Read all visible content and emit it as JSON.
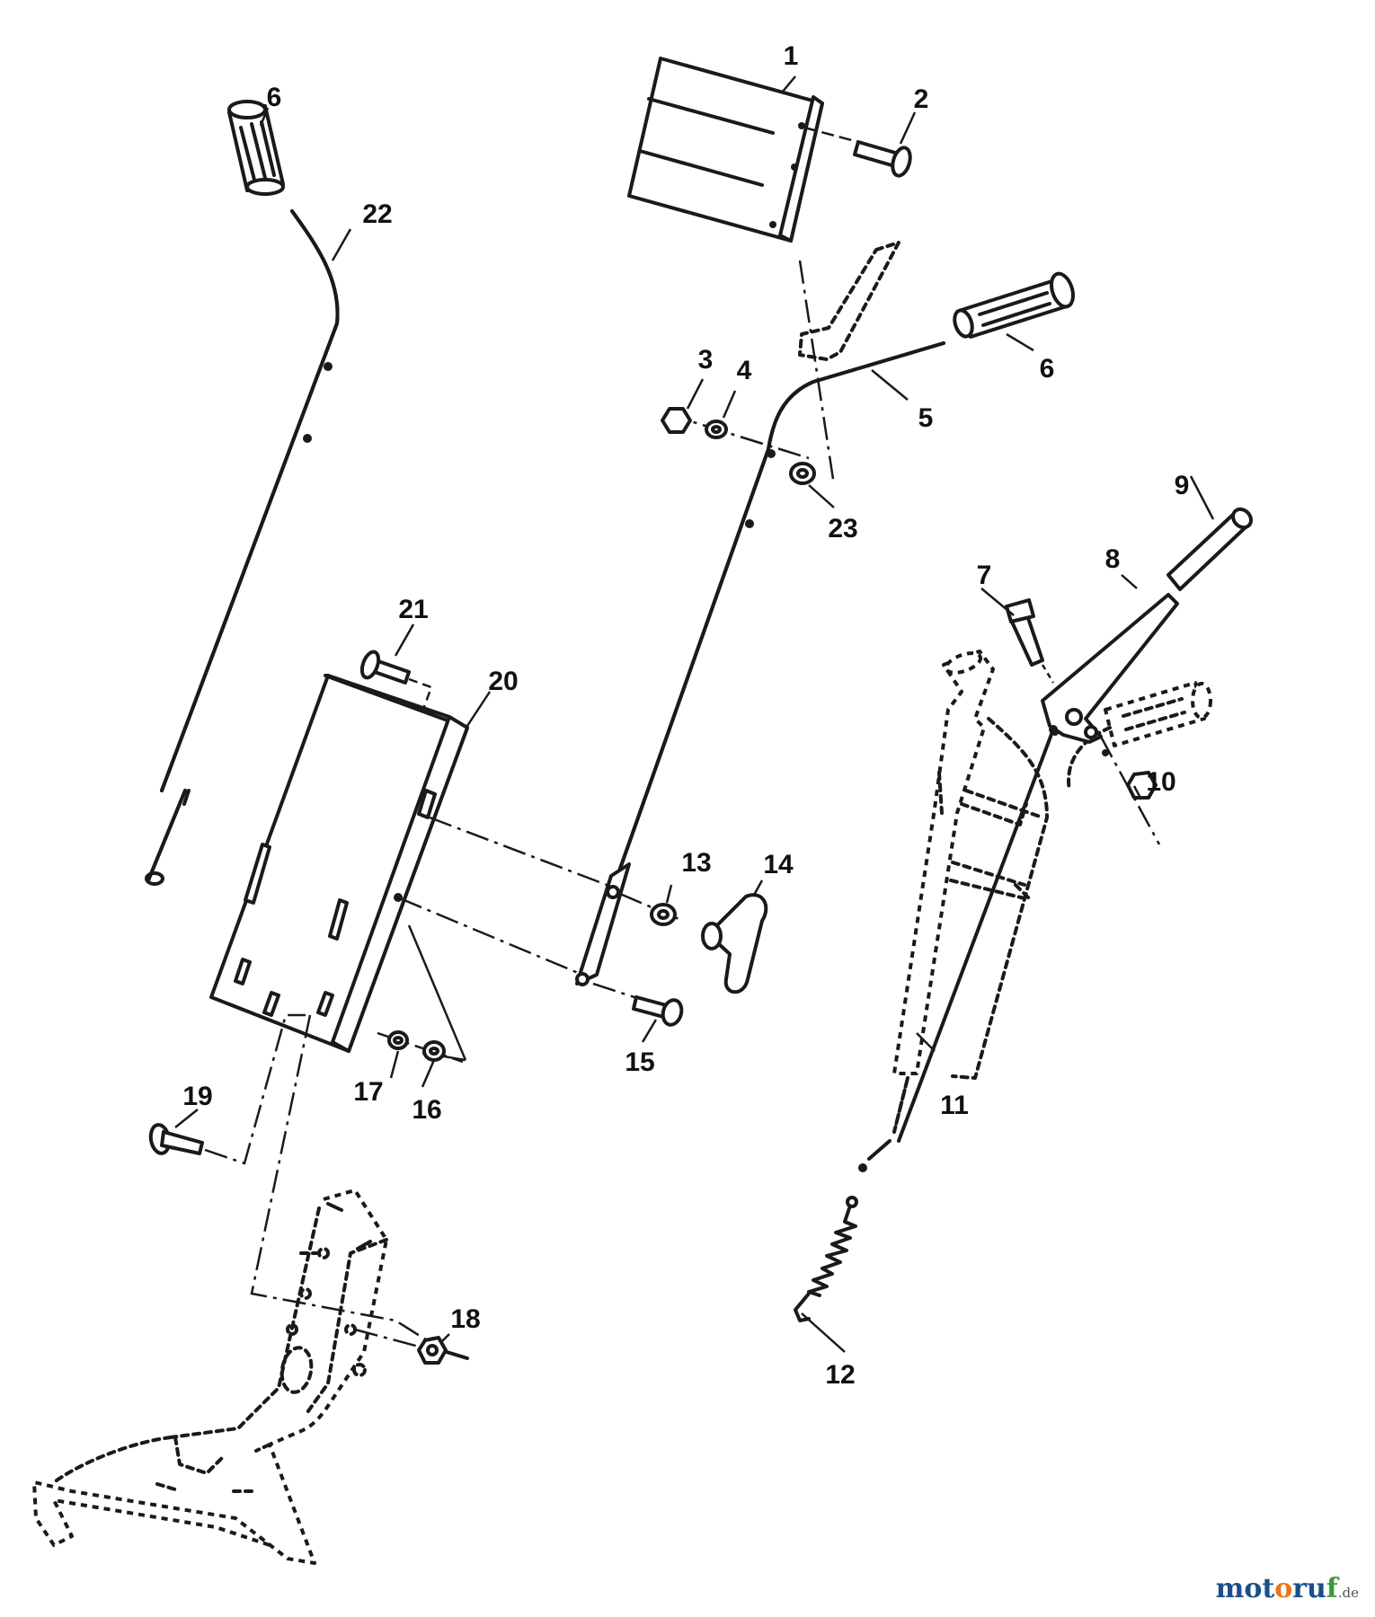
{
  "diagram": {
    "labels": {
      "p1": "1",
      "p2": "2",
      "p3": "3",
      "p4": "4",
      "p5": "5",
      "p6a": "6",
      "p6b": "6",
      "p7": "7",
      "p8": "8",
      "p9": "9",
      "p10": "10",
      "p11": "11",
      "p12": "12",
      "p13": "13",
      "p14": "14",
      "p15": "15",
      "p16": "16",
      "p17": "17",
      "p18": "18",
      "p19": "19",
      "p20": "20",
      "p21": "21",
      "p22": "22",
      "p23": "23"
    }
  },
  "watermark": {
    "prefix": "mot",
    "o": "o",
    "mid": "ru",
    "f": "f",
    "suffix": ".de"
  },
  "colors": {
    "ink": "#1a1a1a",
    "watermark_blue": "#1a4f8a",
    "watermark_orange": "#e8761c",
    "watermark_green": "#3a9a3a"
  }
}
